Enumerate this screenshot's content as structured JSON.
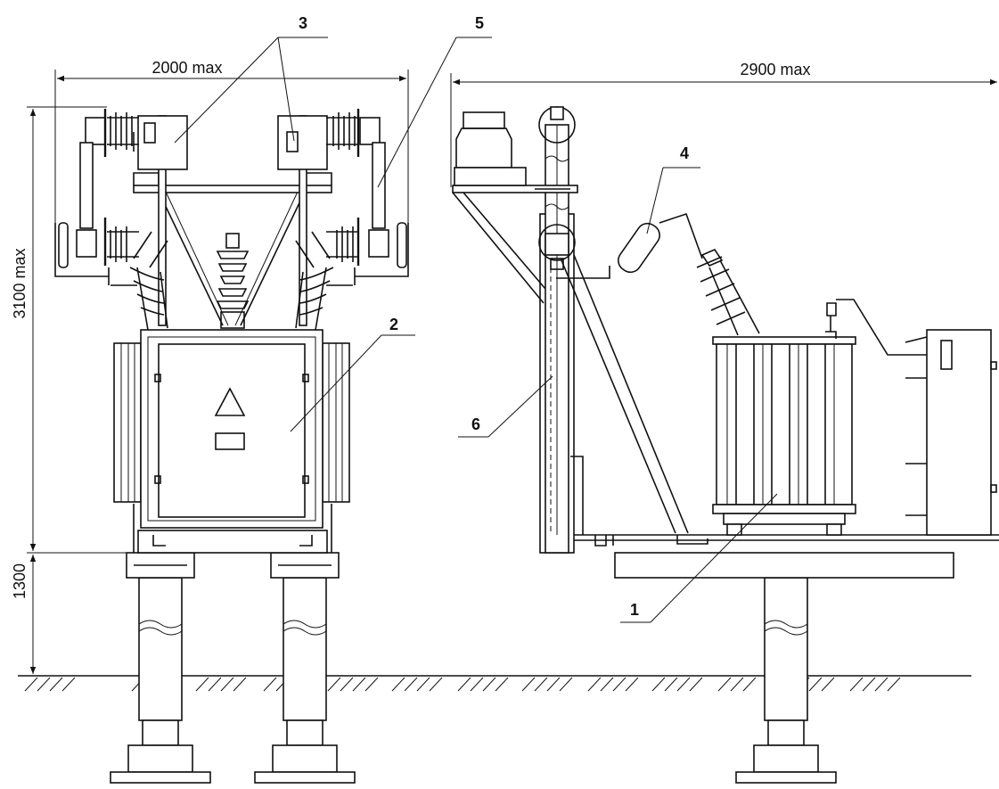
{
  "dimensions": {
    "width_front": "2000 max",
    "width_side": "2900 max",
    "height_total": "3100 max",
    "height_base": "1300"
  },
  "callouts": [
    {
      "id": "1",
      "text": "1"
    },
    {
      "id": "2",
      "text": "2"
    },
    {
      "id": "3",
      "text": "3"
    },
    {
      "id": "4",
      "text": "4"
    },
    {
      "id": "5",
      "text": "5"
    },
    {
      "id": "6",
      "text": "6"
    }
  ],
  "colors": {
    "line": "#111111",
    "background": "#ffffff"
  }
}
